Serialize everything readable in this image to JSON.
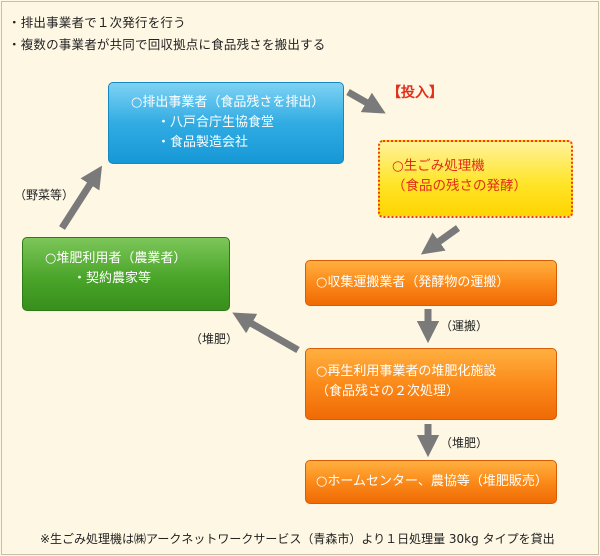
{
  "intro": {
    "line1": "・排出事業者で１次発行を行う",
    "line2": "・複数の事業者が共同で回収拠点に食品残さを搬出する"
  },
  "nodes": {
    "discharger": {
      "title": "○排出事業者（食品残さを排出）",
      "item1": "・八戸合庁生協食堂",
      "item2": "・食品製造会社"
    },
    "machine": {
      "title": "○生ごみ処理機",
      "subtitle": "（食品の残さの発酵）"
    },
    "transporter": {
      "title": "○収集運搬業者（発酵物の運搬）"
    },
    "compost_facility": {
      "title": "○再生利用事業者の堆肥化施設",
      "subtitle": "（食品残さの２次処理）"
    },
    "retail": {
      "title": "○ホームセンター、農協等（堆肥販売）"
    },
    "user": {
      "title": "○堆肥利用者（農業者）",
      "item1": "・契約農家等"
    }
  },
  "labels": {
    "insert": "【投入】",
    "vegetables": "（野菜等）",
    "compost_left": "（堆肥）",
    "transport": "（運搬）",
    "compost_down": "（堆肥）"
  },
  "footer": {
    "note": "※生ごみ処理機は㈱アークネットワークサービス（青森市）より１日処理量 30kg タイプを貸出"
  },
  "colors": {
    "background": "#fdf7e4",
    "blue": "#1fa0dc",
    "green": "#45a226",
    "yellow": "#ffe52a",
    "orange": "#f67a0e",
    "red_text": "#e0301a",
    "arrow": "#7a7a7a"
  }
}
